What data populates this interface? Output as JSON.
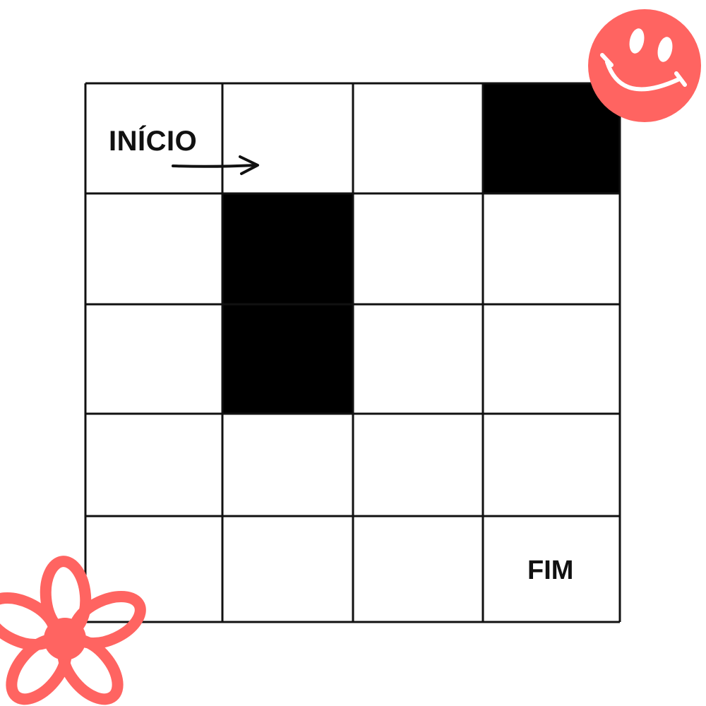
{
  "maze": {
    "rows": 5,
    "cols": 4,
    "blocked_cells": [
      {
        "row": 0,
        "col": 3
      },
      {
        "row": 1,
        "col": 1
      },
      {
        "row": 2,
        "col": 1
      }
    ],
    "start": {
      "row": 0,
      "col": 0,
      "label": "INÍCIO"
    },
    "end": {
      "row": 4,
      "col": 3,
      "label": "FIM"
    }
  },
  "colors": {
    "grid_line": "#111111",
    "blocked": "#000000",
    "background": "#ffffff",
    "accent": "#ff6461"
  },
  "decorations": {
    "top_right": "smiley-face-icon",
    "bottom_left": "flower-icon",
    "start_marker": "arrow-right-icon"
  }
}
